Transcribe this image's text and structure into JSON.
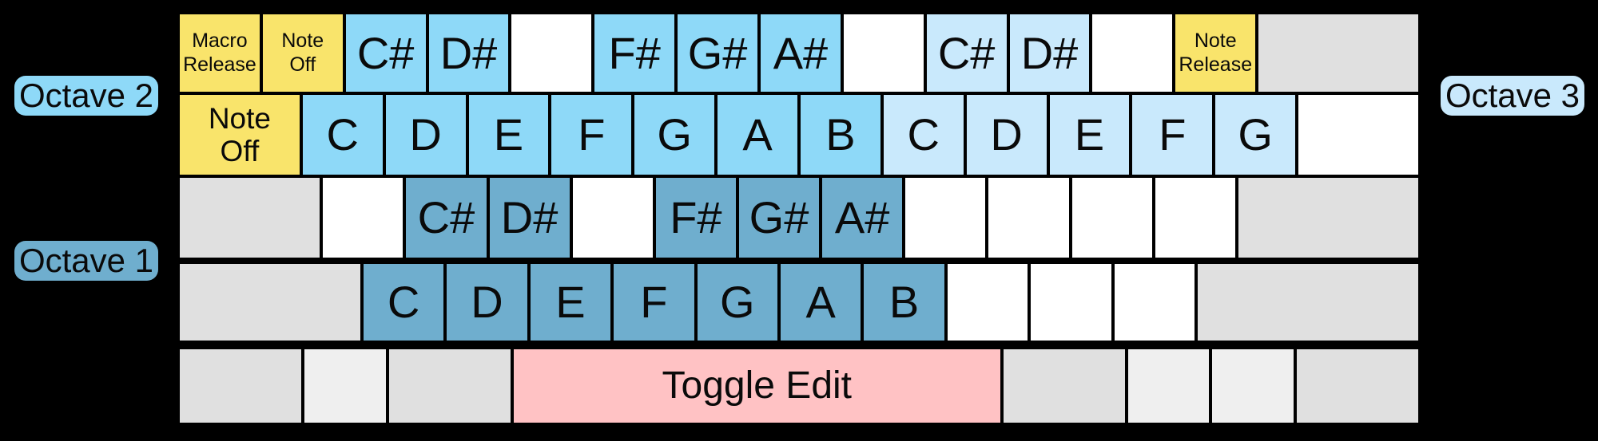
{
  "colors": {
    "background": "#000000",
    "key_border": "#000000",
    "text": "#0a0a0a",
    "yellow": "#F9E46B",
    "blue": "#8ED9F8",
    "lightblue": "#C9E9FC",
    "darkblue": "#6FAECE",
    "pink": "#FFC2C4",
    "gray": "#E0E0E0",
    "graylight": "#EFEFEF",
    "white": "#FFFFFF"
  },
  "octaves": {
    "octave1": {
      "text": "Octave 1",
      "color": "darkblue"
    },
    "octave2": {
      "text": "Octave 2",
      "color": "blue"
    },
    "octave3": {
      "text": "Octave 3",
      "color": "lightblue"
    }
  },
  "keyboard": {
    "rows": [
      {
        "name": "number-row",
        "height": 101,
        "gap_before": 0,
        "keys": [
          {
            "label": "Macro\nRelease",
            "color": "yellow",
            "units": 1,
            "size": "sm"
          },
          {
            "label": "Note\nOff",
            "color": "yellow",
            "units": 1,
            "size": "sm"
          },
          {
            "label": "C#",
            "color": "blue",
            "units": 1,
            "size": "note"
          },
          {
            "label": "D#",
            "color": "blue",
            "units": 1,
            "size": "note"
          },
          {
            "label": "",
            "color": "white",
            "units": 1
          },
          {
            "label": "F#",
            "color": "blue",
            "units": 1,
            "size": "note"
          },
          {
            "label": "G#",
            "color": "blue",
            "units": 1,
            "size": "note"
          },
          {
            "label": "A#",
            "color": "blue",
            "units": 1,
            "size": "note"
          },
          {
            "label": "",
            "color": "white",
            "units": 1
          },
          {
            "label": "C#",
            "color": "lightblue",
            "units": 1,
            "size": "note"
          },
          {
            "label": "D#",
            "color": "lightblue",
            "units": 1,
            "size": "note"
          },
          {
            "label": "",
            "color": "white",
            "units": 1
          },
          {
            "label": "Note\nRelease",
            "color": "yellow",
            "units": 1,
            "size": "sm"
          },
          {
            "label": "",
            "color": "gray",
            "units": 2
          }
        ]
      },
      {
        "name": "tab-row",
        "height": 104,
        "gap_before": 0,
        "keys": [
          {
            "label": "Note\nOff",
            "color": "yellow",
            "units": 1.5,
            "size": "md"
          },
          {
            "label": "C",
            "color": "blue",
            "units": 1,
            "size": "note"
          },
          {
            "label": "D",
            "color": "blue",
            "units": 1,
            "size": "note"
          },
          {
            "label": "E",
            "color": "blue",
            "units": 1,
            "size": "note"
          },
          {
            "label": "F",
            "color": "blue",
            "units": 1,
            "size": "note"
          },
          {
            "label": "G",
            "color": "blue",
            "units": 1,
            "size": "note"
          },
          {
            "label": "A",
            "color": "blue",
            "units": 1,
            "size": "note"
          },
          {
            "label": "B",
            "color": "blue",
            "units": 1,
            "size": "note"
          },
          {
            "label": "C",
            "color": "lightblue",
            "units": 1,
            "size": "note"
          },
          {
            "label": "D",
            "color": "lightblue",
            "units": 1,
            "size": "note"
          },
          {
            "label": "E",
            "color": "lightblue",
            "units": 1,
            "size": "note"
          },
          {
            "label": "F",
            "color": "lightblue",
            "units": 1,
            "size": "note"
          },
          {
            "label": "G",
            "color": "lightblue",
            "units": 1,
            "size": "note"
          },
          {
            "label": "",
            "color": "white",
            "units": 1.5
          }
        ]
      },
      {
        "name": "home-row",
        "height": 104,
        "gap_before": 0,
        "keys": [
          {
            "label": "",
            "color": "gray",
            "units": 1.75
          },
          {
            "label": "",
            "color": "white",
            "units": 1
          },
          {
            "label": "C#",
            "color": "darkblue",
            "units": 1,
            "size": "note"
          },
          {
            "label": "D#",
            "color": "darkblue",
            "units": 1,
            "size": "note"
          },
          {
            "label": "",
            "color": "white",
            "units": 1
          },
          {
            "label": "F#",
            "color": "darkblue",
            "units": 1,
            "size": "note"
          },
          {
            "label": "G#",
            "color": "darkblue",
            "units": 1,
            "size": "note"
          },
          {
            "label": "A#",
            "color": "darkblue",
            "units": 1,
            "size": "note"
          },
          {
            "label": "",
            "color": "white",
            "units": 1
          },
          {
            "label": "",
            "color": "white",
            "units": 1
          },
          {
            "label": "",
            "color": "white",
            "units": 1
          },
          {
            "label": "",
            "color": "white",
            "units": 1
          },
          {
            "label": "",
            "color": "gray",
            "units": 2.25
          }
        ]
      },
      {
        "name": "shift-row",
        "height": 100,
        "gap_before": 4,
        "keys": [
          {
            "label": "",
            "color": "gray",
            "units": 2.25
          },
          {
            "label": "C",
            "color": "darkblue",
            "units": 1,
            "size": "note"
          },
          {
            "label": "D",
            "color": "darkblue",
            "units": 1,
            "size": "note"
          },
          {
            "label": "E",
            "color": "darkblue",
            "units": 1,
            "size": "note"
          },
          {
            "label": "F",
            "color": "darkblue",
            "units": 1,
            "size": "note"
          },
          {
            "label": "G",
            "color": "darkblue",
            "units": 1,
            "size": "note"
          },
          {
            "label": "A",
            "color": "darkblue",
            "units": 1,
            "size": "note"
          },
          {
            "label": "B",
            "color": "darkblue",
            "units": 1,
            "size": "note"
          },
          {
            "label": "",
            "color": "white",
            "units": 1
          },
          {
            "label": "",
            "color": "white",
            "units": 1
          },
          {
            "label": "",
            "color": "white",
            "units": 1
          },
          {
            "label": "",
            "color": "gray",
            "units": 2.75
          }
        ]
      },
      {
        "name": "bottom-row",
        "height": 96,
        "gap_before": 7,
        "keys": [
          {
            "label": "",
            "color": "gray",
            "units": 1.5
          },
          {
            "label": "",
            "color": "graylight",
            "units": 1
          },
          {
            "label": "",
            "color": "gray",
            "units": 1.5
          },
          {
            "label": "Toggle Edit",
            "color": "pink",
            "units": 6,
            "size": "wide"
          },
          {
            "label": "",
            "color": "gray",
            "units": 1.5
          },
          {
            "label": "",
            "color": "graylight",
            "units": 1
          },
          {
            "label": "",
            "color": "graylight",
            "units": 1
          },
          {
            "label": "",
            "color": "gray",
            "units": 1.5
          }
        ]
      }
    ]
  }
}
